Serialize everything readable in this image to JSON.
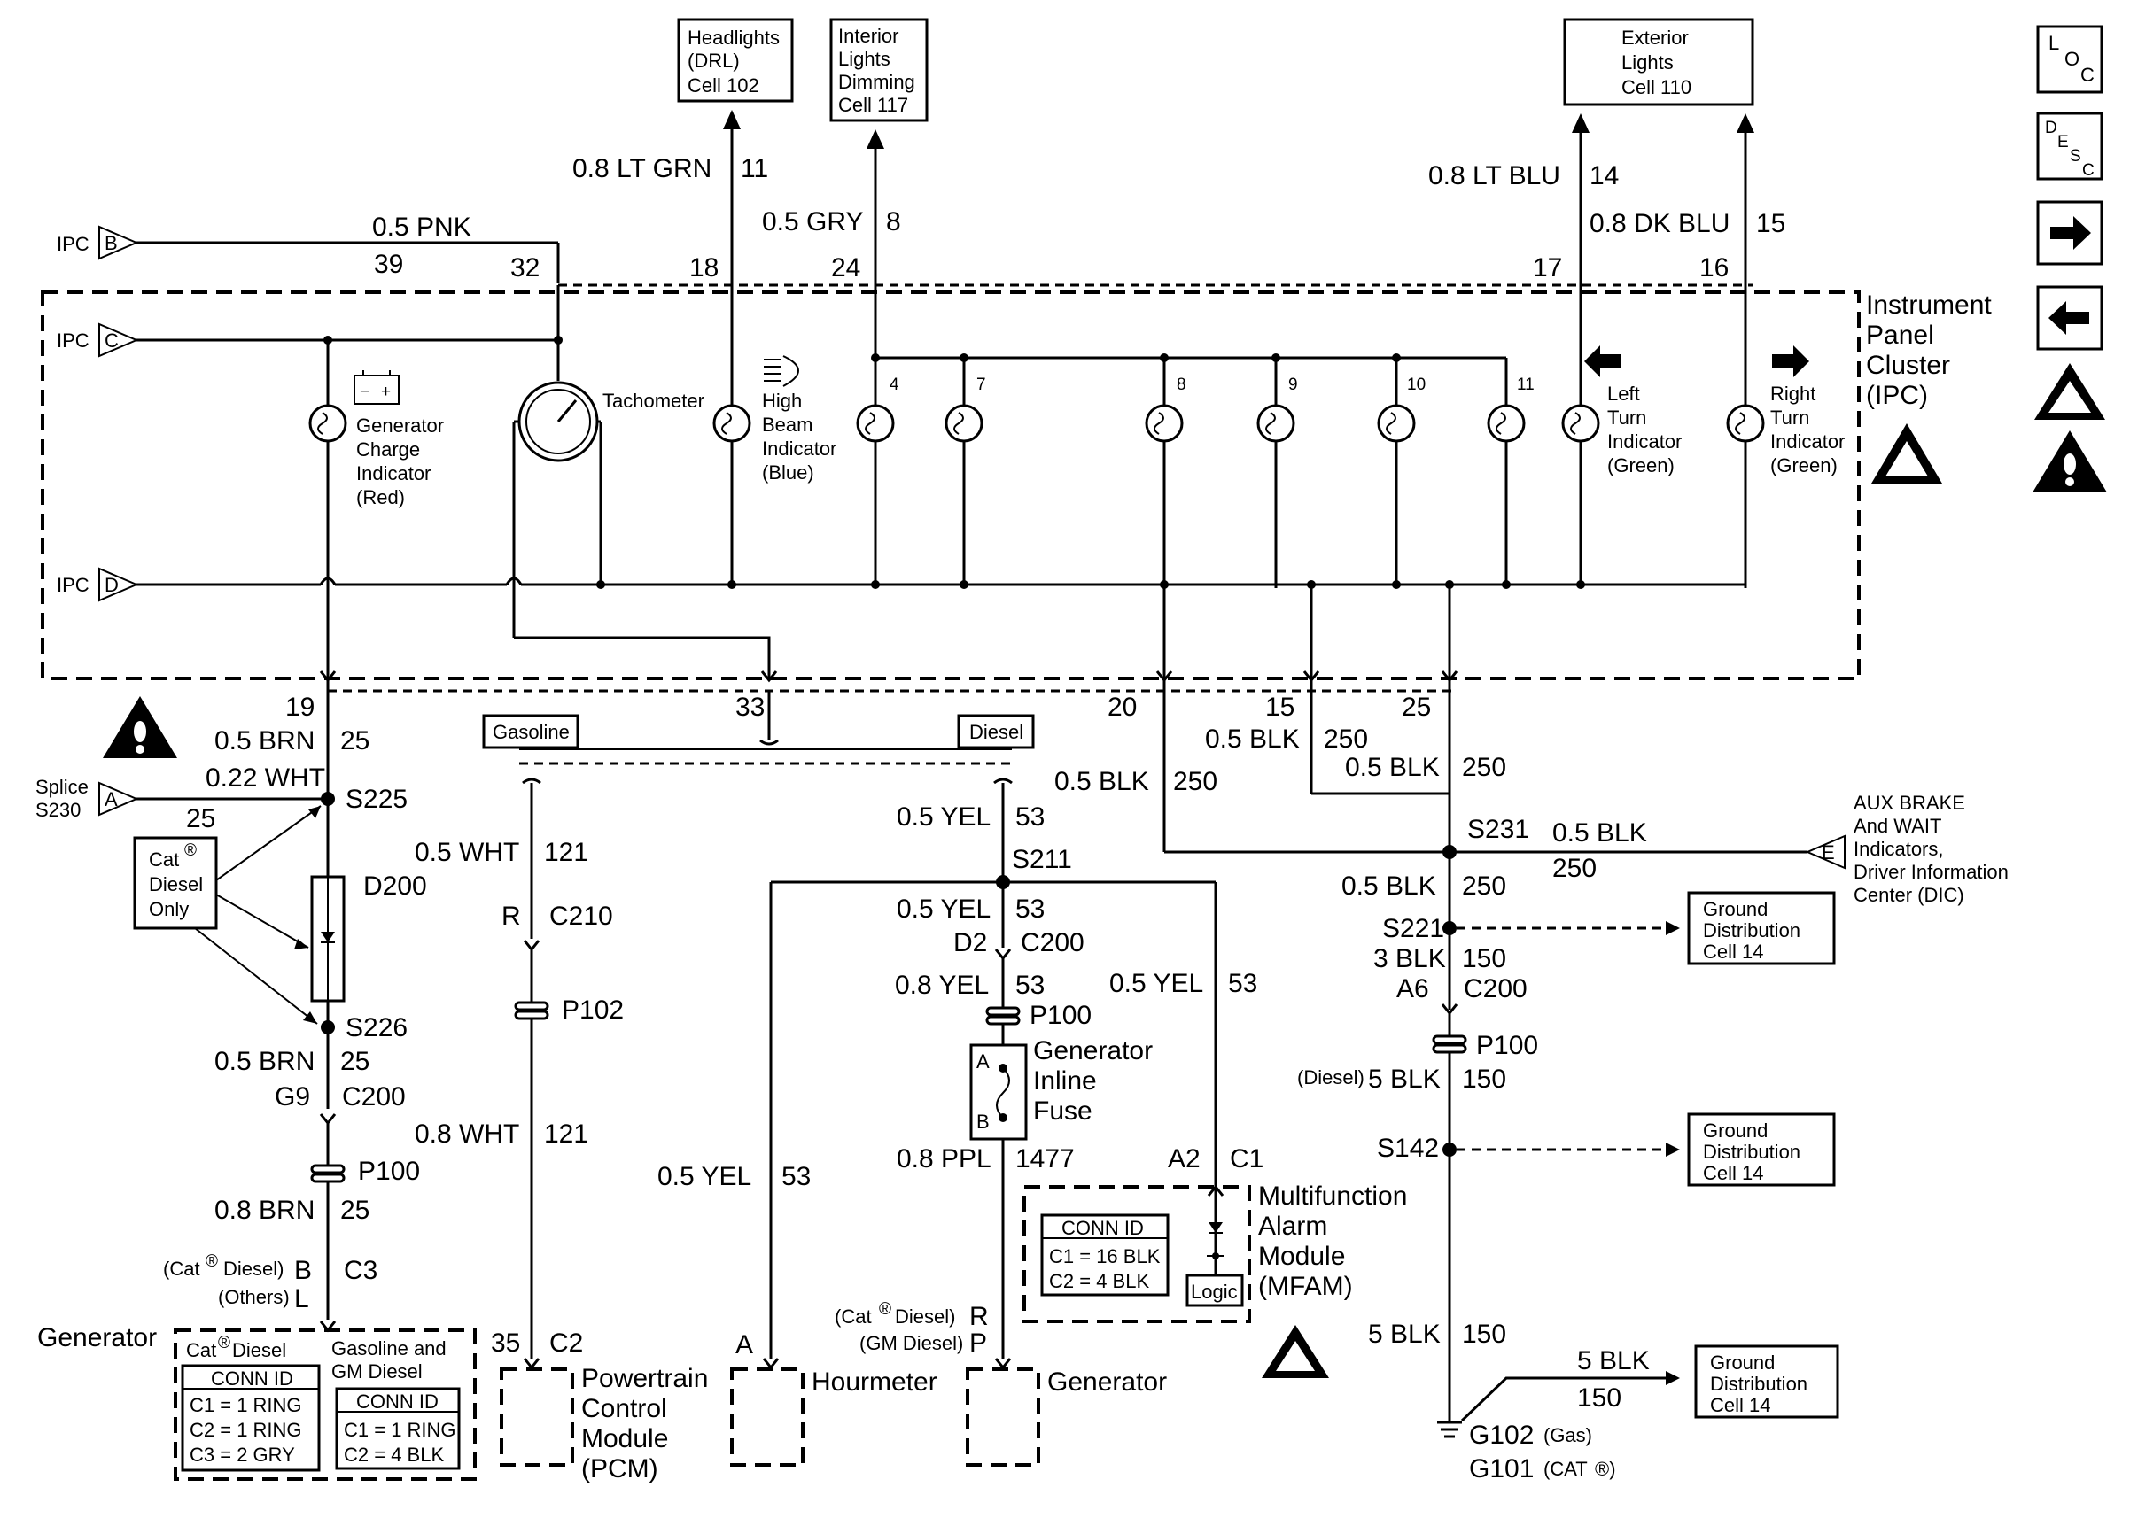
{
  "boxes": {
    "headlights": [
      "Headlights",
      "(DRL)",
      "Cell 102"
    ],
    "interior": [
      "Interior",
      "Lights",
      "Dimming",
      "Cell 117"
    ],
    "exterior": [
      "Exterior",
      "Lights",
      "Cell 110"
    ],
    "ground1": [
      "Ground",
      "Distribution",
      "Cell 14"
    ],
    "ground2": [
      "Ground",
      "Distribution",
      "Cell 14"
    ],
    "ground3": [
      "Ground",
      "Distribution",
      "Cell 14"
    ]
  },
  "wires": {
    "pnk": "0.5 PNK",
    "pnk_ckt": "39",
    "pin32": "32",
    "ltgrn": "0.8 LT GRN",
    "ltgrn_ckt": "11",
    "pin18": "18",
    "gry": "0.5 GRY",
    "gry_ckt": "8",
    "pin24": "24",
    "ltblu": "0.8 LT BLU",
    "ltblu_ckt": "14",
    "pin17": "17",
    "dkblu": "0.8 DK BLU",
    "dkblu_ckt": "15",
    "pin16": "16",
    "pin19": "19",
    "brn1": "0.5 BRN",
    "brn1_ckt": "25",
    "wht022": "0.22 WHT",
    "wht022_ckt": "25",
    "pin33": "33",
    "pin20": "20",
    "pin15": "15",
    "pin25": "25",
    "blk15": "0.5 BLK",
    "blk15_ckt": "250",
    "blk25": "0.5 BLK",
    "blk25_ckt": "250",
    "blk20": "0.5 BLK",
    "blk20_ckt": "250",
    "blk_aux": "0.5 BLK",
    "blk_aux_ckt": "250",
    "blk_s221": "0.5 BLK",
    "blk_s221_ckt": "250",
    "blk3": "3 BLK",
    "blk3_ckt": "150",
    "a6": "A6",
    "c200b": "C200",
    "diesel5": "(Diesel)",
    "blk5a": "5 BLK",
    "blk5a_ckt": "150",
    "blk5b": "5 BLK",
    "blk5b_ckt": "150",
    "blk5c": "5 BLK",
    "blk5c_ckt": "150",
    "wht05": "0.5 WHT",
    "wht05_ckt": "121",
    "r": "R",
    "c210": "C210",
    "wht08": "0.8 WHT",
    "wht08_ckt": "121",
    "yel1": "0.5 YEL",
    "yel1_ckt": "53",
    "yel2": "0.5 YEL",
    "yel2_ckt": "53",
    "d2": "D2",
    "c200": "C200",
    "yel08": "0.8 YEL",
    "yel08_ckt": "53",
    "yel3": "0.5 YEL",
    "yel3_ckt": "53",
    "yel4": "0.5 YEL",
    "yel4_ckt": "53",
    "ppl": "0.8 PPL",
    "ppl_ckt": "1477",
    "a2": "A2",
    "c1": "C1",
    "brn2": "0.5 BRN",
    "brn2_ckt": "25",
    "g9": "G9",
    "c200c": "C200",
    "brn08": "0.8 BRN",
    "brn08_ckt": "25",
    "catdiesel_b": "(Cat",
    "b": "B",
    "c3": "C3",
    "others": "(Others)",
    "l": "L",
    "pin35": "35",
    "c2": "C2",
    "pinA": "A",
    "catdiesel_r": "(Cat",
    "diesel_r": "Diesel)",
    "r2": "R",
    "gmdiesel": "(GM Diesel)",
    "p": "P"
  },
  "splices": {
    "s225": "S225",
    "s226": "S226",
    "d200": "D200",
    "s211": "S211",
    "s231": "S231",
    "s221": "S221",
    "s142": "S142",
    "p102": "P102",
    "p100a": "P100",
    "p100b": "P100",
    "p100c": "P100",
    "g102": "G102",
    "gas": "(Gas)",
    "g101": "G101",
    "cat": "(CAT"
  },
  "ipc": {
    "in_b": "IPC",
    "in_c": "IPC",
    "in_d": "IPC",
    "title": [
      "Instrument",
      "Panel",
      "Cluster",
      "(IPC)"
    ],
    "gen": [
      "Generator",
      "Charge",
      "Indicator",
      "(Red)"
    ],
    "tach": "Tachometer",
    "hb": [
      "High",
      "Beam",
      "Indicator",
      "(Blue)"
    ],
    "left": [
      "Left",
      "Turn",
      "Indicator",
      "(Green)"
    ],
    "right": [
      "Right",
      "Turn",
      "Indicator",
      "(Green)"
    ],
    "bulbs": [
      "4",
      "7",
      "8",
      "9",
      "10",
      "11"
    ]
  },
  "misc": {
    "splice": [
      "Splice",
      "S230"
    ],
    "a_letter": "A",
    "e_letter": "E",
    "aux": [
      "AUX BRAKE",
      "And WAIT",
      "Indicators,",
      "Driver Information",
      "Center (DIC)"
    ],
    "cat_only": [
      "Cat",
      "Diesel",
      "Only"
    ],
    "gasoline": "Gasoline",
    "diesel": "Diesel",
    "fuse": [
      "Generator",
      "Inline",
      "Fuse"
    ],
    "fuse_a": "A",
    "fuse_b": "B",
    "mfam": [
      "Multifunction",
      "Alarm",
      "Module",
      "(MFAM)"
    ],
    "conn_id": "CONN ID",
    "mfam_c1": "C1 = 16 BLK",
    "mfam_c2": "C2 = 4 BLK",
    "logic": "Logic",
    "generator": "Generator",
    "gen_cat": "Cat",
    "gen_cat2": "Diesel",
    "gen_gas": [
      "Gasoline and",
      "GM Diesel"
    ],
    "gen_c_left": [
      "C1 = 1 RING",
      "C2 = 1 RING",
      "C3 = 2 GRY"
    ],
    "gen_c_right": [
      "C1 = 1 RING",
      "C2 = 4 BLK"
    ],
    "pcm": [
      "Powertrain",
      "Control",
      "Module",
      "(PCM)"
    ],
    "hourmeter": "Hourmeter",
    "generator2": "Generator",
    "loc": [
      "L",
      "O",
      "C"
    ],
    "desc": [
      "D",
      "E",
      "S",
      "C"
    ]
  }
}
